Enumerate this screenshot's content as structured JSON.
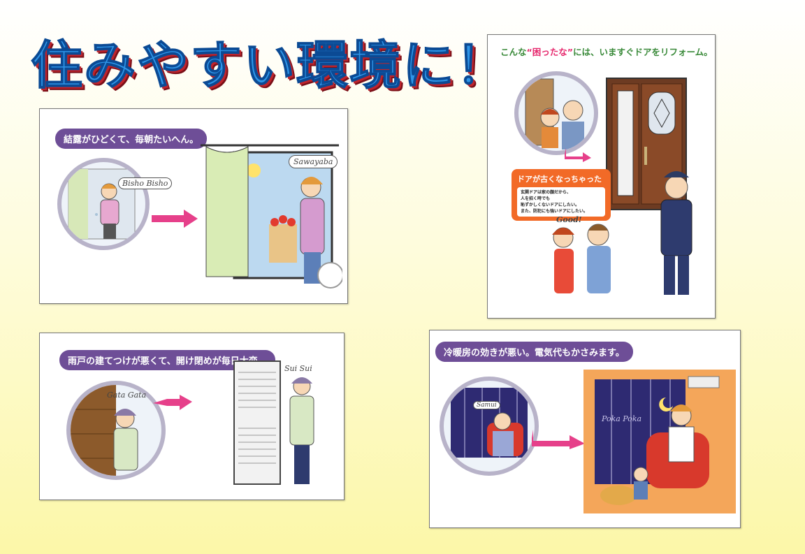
{
  "title": "住みやすい環境に！",
  "panels": {
    "window": {
      "caption": "結露がひどくて、毎朝たいへん。",
      "sfx_before": "Bisho Bisho",
      "sfx_after": "Sawayaba"
    },
    "door": {
      "title_before": "こんな",
      "title_highlight": "“困ったな”",
      "title_after": "には、いますぐドアをリフォーム。",
      "speech_title": "ドアが古くなっちゃった",
      "speech_lines": [
        "玄関ドアは家の顔だから、",
        "人を招く時でも",
        "恥ずかしくないドアにしたい。",
        "また、防犯にも強いドアにしたい。"
      ],
      "sfx_good": "Good!"
    },
    "shutter": {
      "caption": "雨戸の建てつけが悪くて、開け閉めが毎日大変。",
      "sfx_before": "Gata Gata",
      "sfx_after": "Sui Sui"
    },
    "aircon": {
      "caption": "冷暖房の効きが悪い。電気代もかさみます。",
      "sfx_before": "Samui",
      "sfx_after": "Poka Poka"
    }
  },
  "colors": {
    "title_fill": "#2f95e8",
    "title_shadow": "#c0242c",
    "caption_bg": "#6e4e97",
    "arrow": "#e6408a",
    "door_speech": "#f26a27"
  }
}
